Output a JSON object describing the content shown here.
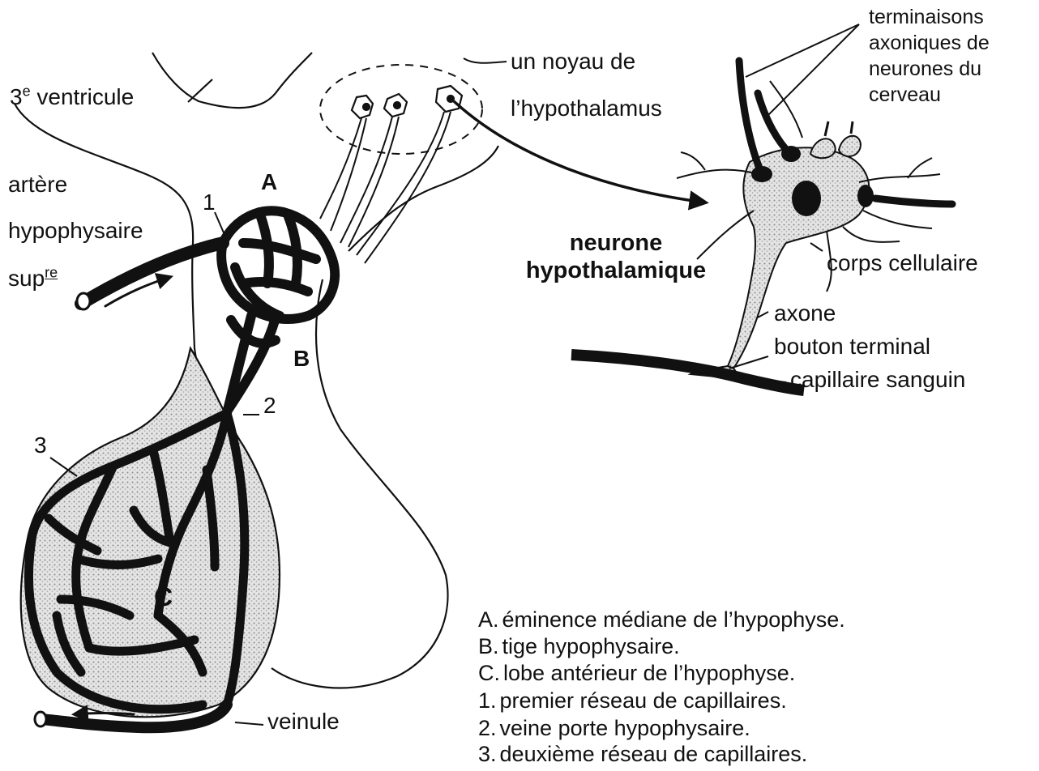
{
  "labels": {
    "ventricule_base": "3",
    "ventricule_sup": "e",
    "ventricule_rest": " ventricule",
    "artere_line1": "artère",
    "artere_line2": "hypophysaire",
    "artere_line3_base": "sup",
    "artere_line3_sup": "re",
    "noyau_line1": "un noyau de",
    "noyau_line2": "l’hypothalamus",
    "terminaisons_line1": "terminaisons",
    "terminaisons_line2": "axoniques de",
    "terminaisons_line3": "neurones du",
    "terminaisons_line4": "cerveau",
    "neurone_line1": "neurone",
    "neurone_line2": "hypothalamique",
    "corps_cellulaire": "corps cellulaire",
    "axone": "axone",
    "bouton_terminal": "bouton terminal",
    "capillaire_sanguin": "capillaire sanguin",
    "veinule": "veinule",
    "letter_a": "A",
    "letter_b": "B",
    "letter_c": "C",
    "num_1": "1",
    "num_2": "2",
    "num_3": "3"
  },
  "legend": [
    {
      "key": "A.",
      "text": "éminence médiane de l’hypophyse."
    },
    {
      "key": "B.",
      "text": "tige hypophysaire."
    },
    {
      "key": "C.",
      "text": "lobe antérieur de l’hypophyse."
    },
    {
      "key": "1.",
      "text": "premier réseau de capillaires."
    },
    {
      "key": "2.",
      "text": "veine porte hypophysaire."
    },
    {
      "key": "3.",
      "text": "deuxième réseau de capillaires."
    }
  ],
  "colors": {
    "ink": "#111111",
    "stipple": "#b9b9b9",
    "background": "#ffffff"
  }
}
